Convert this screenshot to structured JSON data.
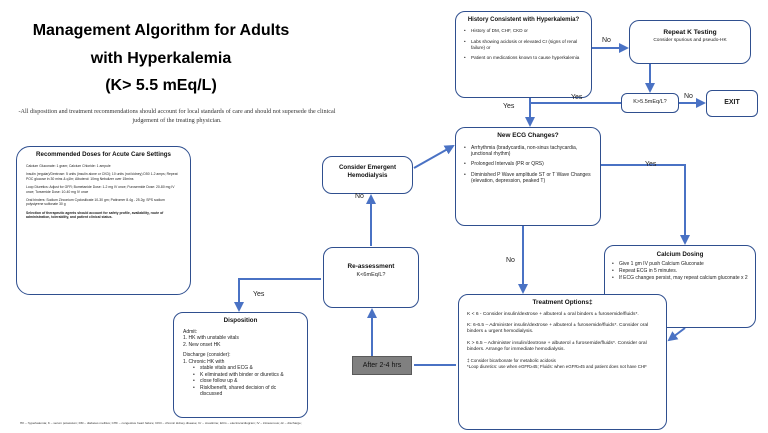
{
  "title": {
    "line1": "Management Algorithm for Adults",
    "line2": "with Hyperkalemia",
    "line3": "(K> 5.5 mEq/L)"
  },
  "disclaimer": "-All disposition and treatment recommendations should account for local standards of care and should not supersede the clinical judgement of the treating physician.",
  "history": {
    "title": "History Consistent with Hyperkalemia?",
    "items": [
      "History of DM, CHF, CKD or",
      "Labs showing acidosis or elevated Cr (signs of renal failure) or",
      "Patient on medications known to cause hyperkalemia"
    ]
  },
  "repeat_k": {
    "title": "Repeat K Testing",
    "subtitle": "Consider spurious and pseudo-HK"
  },
  "k_check": "K>5.5mEq/L?",
  "exit": "EXIT",
  "ecg": {
    "title": "New ECG Changes?",
    "items": [
      "Arrhythmia (bradycardia, non-sinus tachycardia, junctional rhythm)",
      "Prolonged Intervals (PR or QRS)",
      "Diminished P Wave amplitude ST or T Wave Changes (elevation, depression, peaked T)"
    ]
  },
  "emergent": {
    "title": "Consider Emergent Hemodialysis"
  },
  "doses": {
    "title": "Recommended Doses for Acute Care Settings",
    "paragraphs": [
      "Calcium Gluconate: 1 gram; Calcium Chloride: 1 ampule",
      "Insulin (regular)/Dextrose: 5 units (insulin alone or CKD); 10 units (not kidney) D50 1-2 amps; Repeat POC glucose in 30 mins & q1hr; Albuterol: 10mg Nebulizer over 15mins",
      "Loop Diuretics: Adjust for GFR; Bumetanide Dose: 1-2 mg IV once; Furosemide Dose: 20-80 mg IV once; Torsemide Dose: 10-40 mg IV once",
      "Oral binders: Sodium Zirconium Cyclosilicate 10-30 gm; Patiromer 8.4g - 25.2g; SPS sodium polystyrene sulfonate 30 g",
      "Selection of therapeutic agents should account for safety profile, availability, route of administration, tolerability, and patient clinical status."
    ]
  },
  "reassess": {
    "title": "Re-assessment",
    "value": "K<6mEq/L?"
  },
  "calcium": {
    "title": "Calcium Dosing",
    "items": [
      "Give 1 gm IV push Calcium Gluconate",
      "Repeat ECG in 5 minutes.",
      "If ECG changes persist, may repeat calcium gluconate x 2"
    ]
  },
  "disposition": {
    "title": "Disposition",
    "admit_label": "Admit:",
    "admit_items": [
      "1. HK with unstable vitals",
      "2. New onset HK"
    ],
    "discharge_label": "Discharge (consider):",
    "discharge_item": "1. Chronic HK with",
    "criteria": [
      "stable vitals and ECG &",
      "K eliminated with binder or diuretics &",
      "close follow up &",
      "Risk/benefit, shared decision of dc discussed"
    ]
  },
  "treatment": {
    "title": "Treatment Options‡",
    "items": [
      "K < 6 - Consider insulin/dextrose + albuterol ± oral binders ± furosemide/fluids*.",
      "K: 6-6.5 – Administer insulin/dextrose + albuterol ± furosemide/fluids*. Consider oral binders ± urgent hemodialysis.",
      "K > 6.5 – Administer insulin/dextrose + albuterol ± furosemide/fluids*. Consider oral binders. Arrange for immediate hemodialysis."
    ],
    "footnote1": "‡ Consider bicarbonate for metabolic acidosis",
    "footnote2": "*Loop diuretics: use when eGFR≥45; Fluids: when eGFR≥45 and patient does not have CHF"
  },
  "after": "After 2-4 hrs",
  "edge_labels": {
    "history_no": "No",
    "history_yes_down": "Yes",
    "history_yes_right": "Yes",
    "k_no": "No",
    "ecg_yes": "Yes",
    "ecg_no": "No",
    "reassess_no": "No",
    "reassess_yes": "Yes"
  },
  "footer": "HK – hyperkalemia; K – serum potassium; DM – diabetes mellitus; CHF – congestive heart failure; CKD – chronic kidney disease; Cr – creatinine; ECG – electrocardiogram; IV – intravenous; dc – discharge;",
  "colors": {
    "accent": "#4a72c4",
    "border": "#2f4f8f",
    "after_fill": "#808080"
  }
}
